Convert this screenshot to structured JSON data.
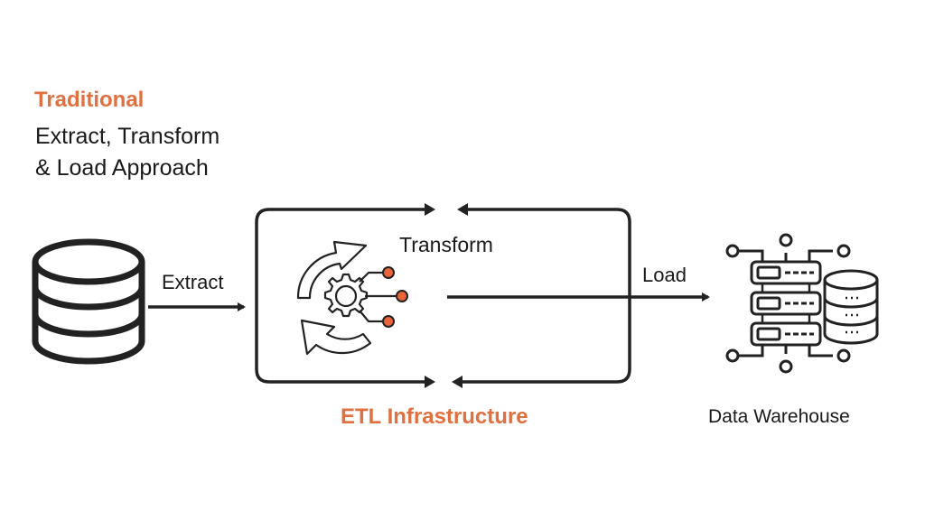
{
  "title": {
    "accent": "Traditional",
    "line1": "Extract, Transform",
    "line2": "& Load Approach"
  },
  "steps": {
    "extract": "Extract",
    "transform": "Transform",
    "load": "Load"
  },
  "infrastructure_label": "ETL Infrastructure",
  "destination_label": "Data Warehouse",
  "icons": {
    "source": "database-icon",
    "transform": "gear-cycle-icon",
    "destination": "server-database-icon"
  },
  "colors": {
    "accent": "#e07040",
    "stroke": "#222222"
  }
}
